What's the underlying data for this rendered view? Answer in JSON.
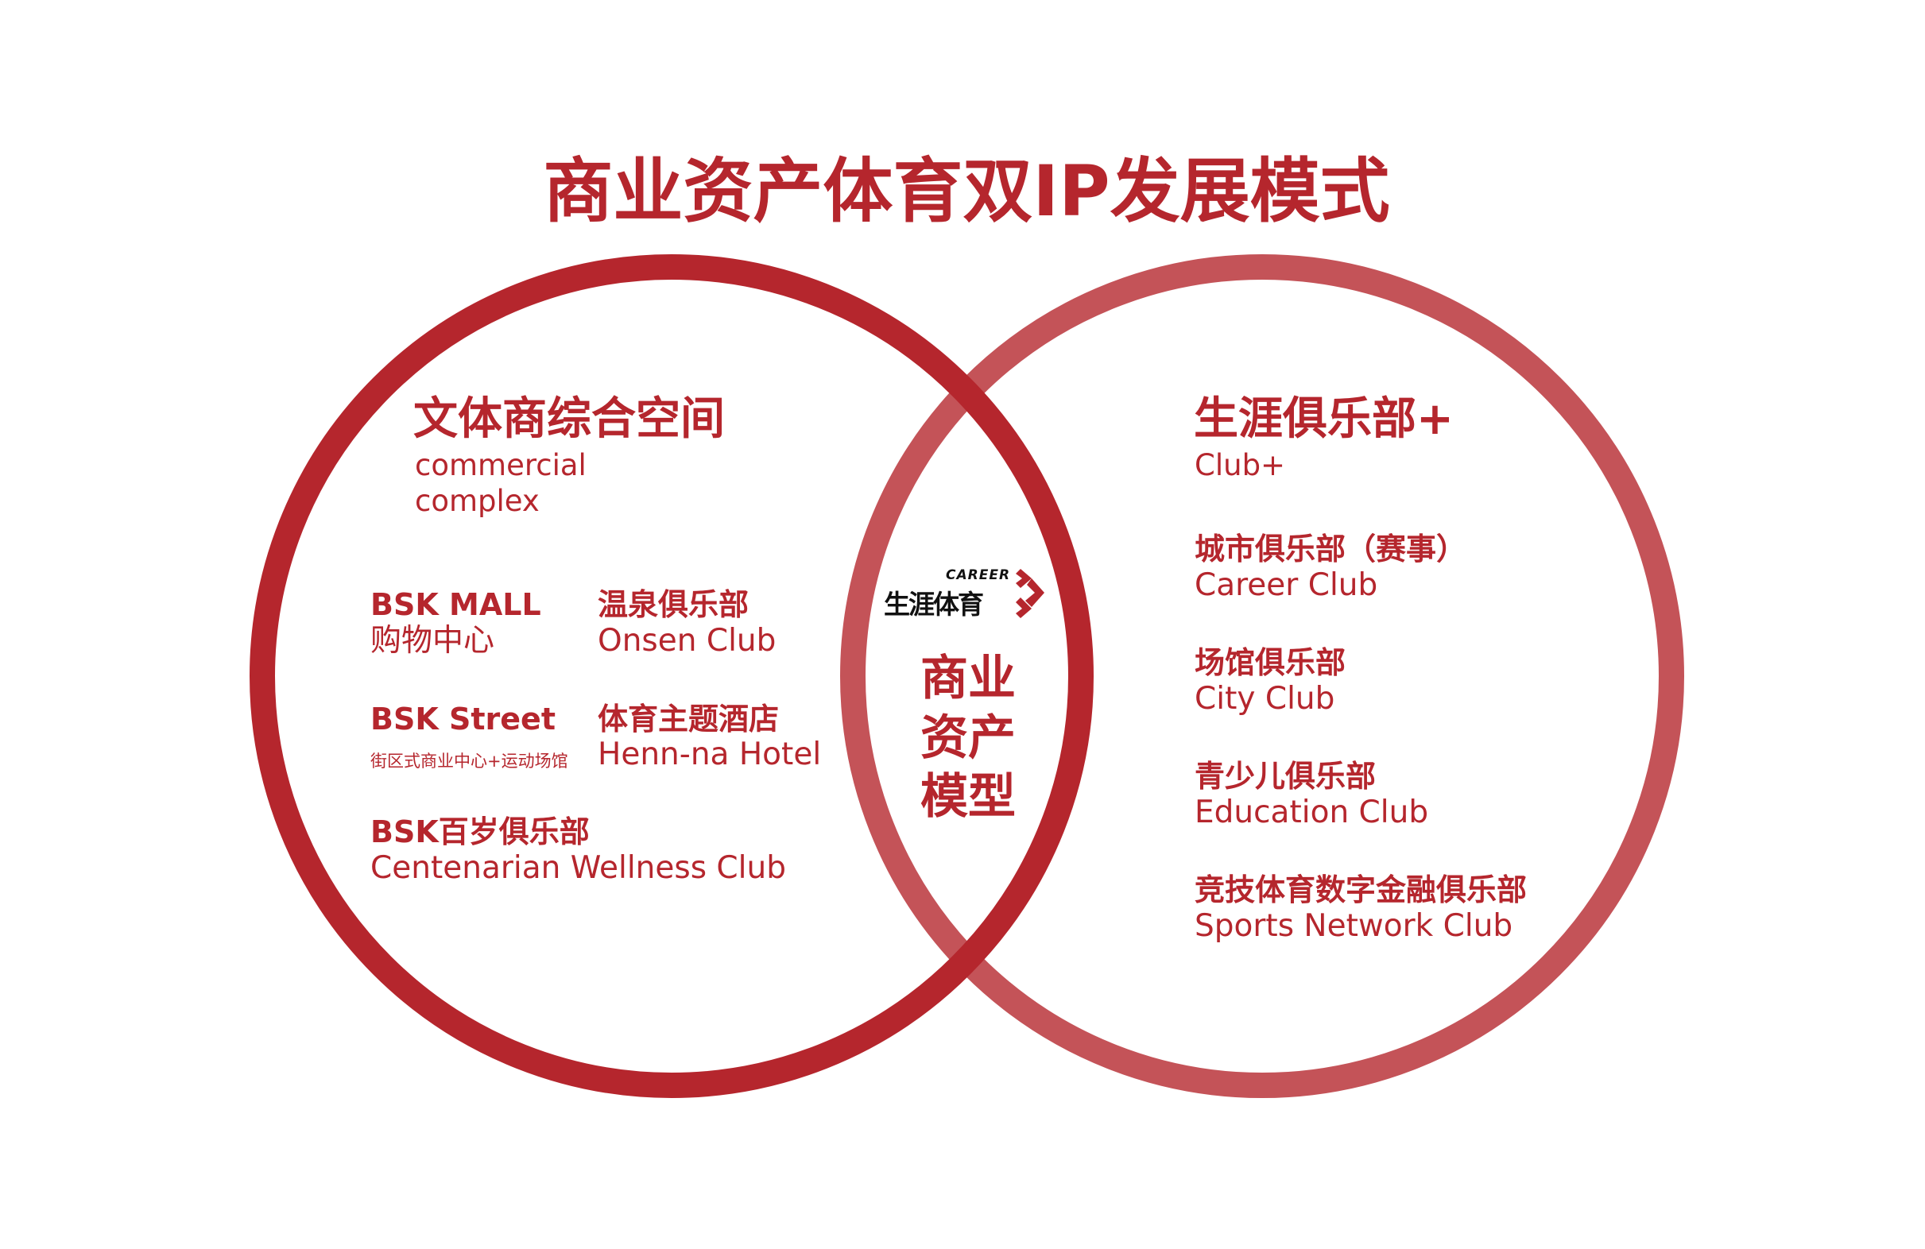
{
  "title": "商业资产体育双IP发展模式",
  "colors": {
    "left_ring": "#b5262d",
    "right_ring": "#c45358",
    "text": "#b5262d"
  },
  "left": {
    "heading": "文体商综合空间",
    "heading_en_1": "commercial",
    "heading_en_2": "complex",
    "items": [
      {
        "cn": "BSK MALL",
        "en": "购物中心"
      },
      {
        "cn": "温泉俱乐部",
        "en": "Onsen Club"
      },
      {
        "cn": "BSK Street",
        "en": "街区式商业中心+运动场馆"
      },
      {
        "cn": "体育主题酒店",
        "en": "Henn-na Hotel"
      },
      {
        "cn": "BSK百岁俱乐部",
        "en": "Centenarian Wellness Club"
      }
    ]
  },
  "center": {
    "logo_en": "CAREER",
    "logo_cn": "生涯体育",
    "lines": [
      "商业",
      "资产",
      "模型"
    ]
  },
  "right": {
    "heading": "生涯俱乐部+",
    "heading_en": "Club+",
    "items": [
      {
        "cn": "城市俱乐部（赛事）",
        "en": "Career Club"
      },
      {
        "cn": "场馆俱乐部",
        "en": "City Club"
      },
      {
        "cn": "青少儿俱乐部",
        "en": "Education Club"
      },
      {
        "cn": "竞技体育数字金融俱乐部",
        "en": "Sports Network Club"
      }
    ]
  }
}
